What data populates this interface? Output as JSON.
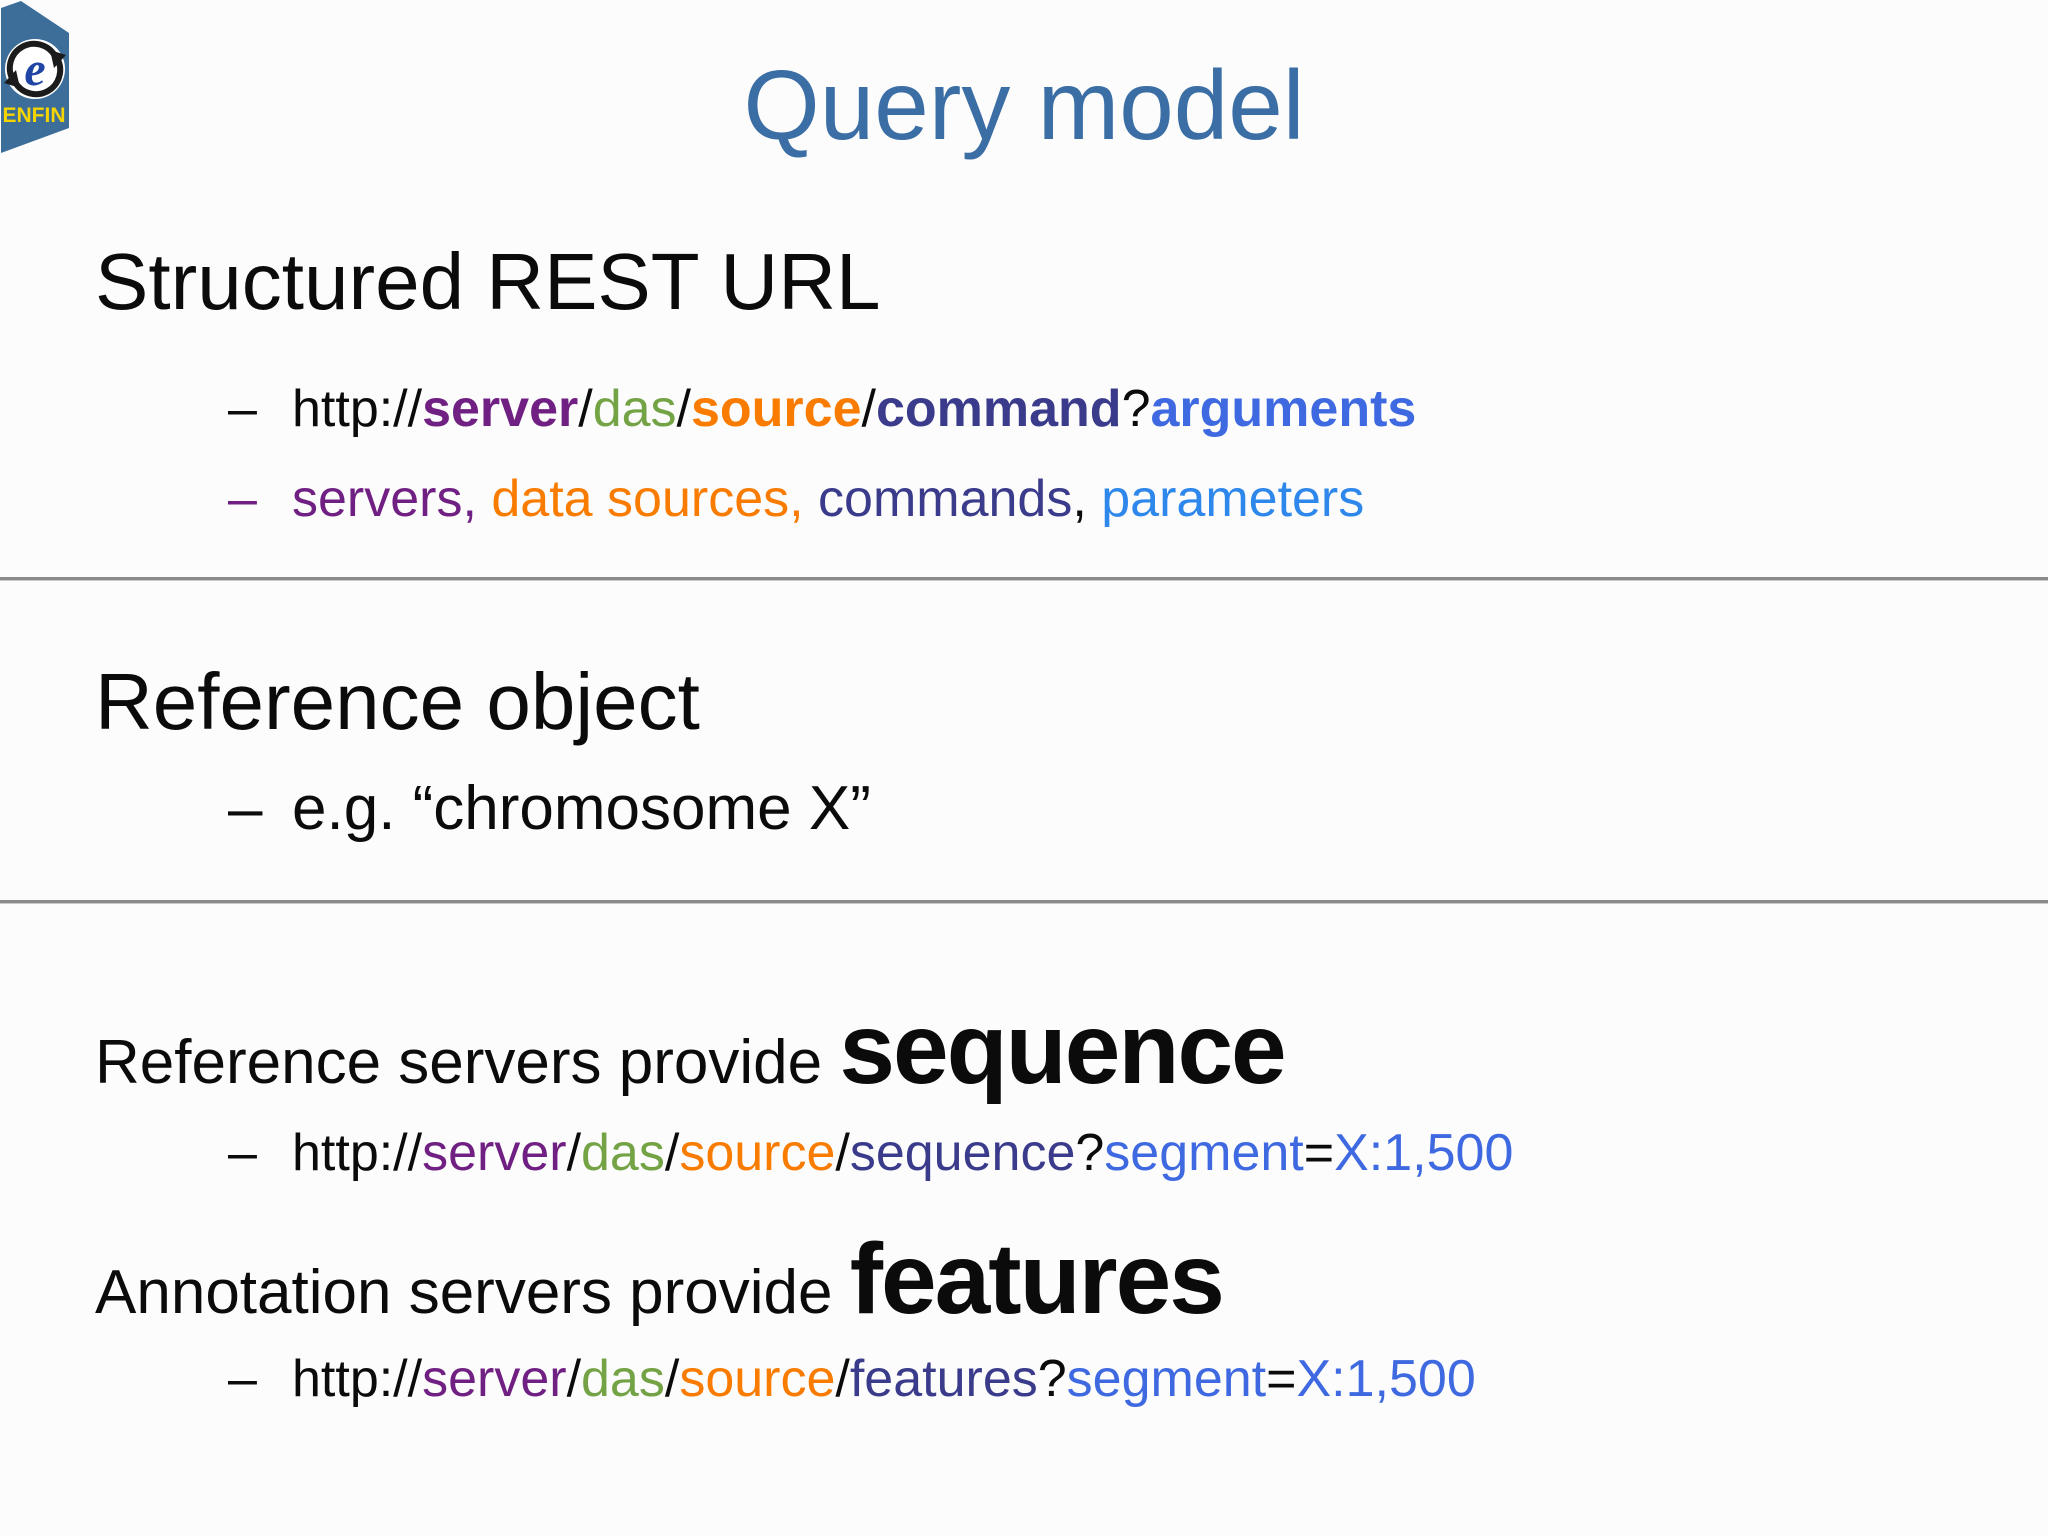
{
  "colors": {
    "black": "#0b0b0b",
    "purple": "#702082",
    "green": "#74a345",
    "orange": "#f97b00",
    "navy": "#3b3b8c",
    "royal": "#3e69e1",
    "lightblue": "#2e87eb",
    "title_blue": "#3a6ea5",
    "logo_bg": "#3c6e99",
    "logo_e_blue": "#2145a5",
    "logo_text_yellow": "#f5d400",
    "divider_gray": "#8a8a8a"
  },
  "logo": {
    "text": "ENFIN"
  },
  "title": "Query model",
  "sections": {
    "rest": {
      "heading": "Structured REST URL",
      "bullets": [
        {
          "dash": "–",
          "dash_color": "black",
          "segments": [
            {
              "t": "http://",
              "c": "black"
            },
            {
              "t": "server",
              "c": "purple",
              "b": 1
            },
            {
              "t": "/",
              "c": "black"
            },
            {
              "t": "das",
              "c": "green"
            },
            {
              "t": "/",
              "c": "black"
            },
            {
              "t": "source",
              "c": "orange",
              "b": 1
            },
            {
              "t": "/",
              "c": "black"
            },
            {
              "t": "command",
              "c": "navy",
              "b": 1
            },
            {
              "t": "?",
              "c": "black"
            },
            {
              "t": "arguments",
              "c": "royal",
              "b": 1
            }
          ]
        },
        {
          "dash": "–",
          "dash_color": "purple",
          "segments": [
            {
              "t": "servers",
              "c": "purple"
            },
            {
              "t": ", ",
              "c": "purple"
            },
            {
              "t": "data sources",
              "c": "orange"
            },
            {
              "t": ", ",
              "c": "orange"
            },
            {
              "t": "commands",
              "c": "navy"
            },
            {
              "t": ", ",
              "c": "black"
            },
            {
              "t": "parameters",
              "c": "lightblue"
            }
          ]
        }
      ]
    },
    "reference": {
      "heading": "Reference object",
      "bullets": [
        {
          "dash": "–",
          "dash_color": "black",
          "segments": [
            {
              "t": "e.g. “chromosome X”",
              "c": "black"
            }
          ]
        }
      ]
    },
    "sequence": {
      "line": {
        "segments": [
          {
            "t": "Reference servers provide ",
            "c": "black"
          },
          {
            "t": "sequence",
            "c": "black",
            "b": 1,
            "big": 1
          }
        ]
      },
      "bullet": {
        "dash": "–",
        "dash_color": "black",
        "segments": [
          {
            "t": "http://",
            "c": "black"
          },
          {
            "t": "server",
            "c": "purple"
          },
          {
            "t": "/",
            "c": "black"
          },
          {
            "t": "das",
            "c": "green"
          },
          {
            "t": "/",
            "c": "black"
          },
          {
            "t": "source",
            "c": "orange"
          },
          {
            "t": "/",
            "c": "black"
          },
          {
            "t": "sequence",
            "c": "navy"
          },
          {
            "t": "?",
            "c": "black"
          },
          {
            "t": "segment",
            "c": "royal"
          },
          {
            "t": "=",
            "c": "black"
          },
          {
            "t": "X:1,500",
            "c": "royal"
          }
        ]
      }
    },
    "features": {
      "line": {
        "segments": [
          {
            "t": "Annotation servers provide ",
            "c": "black"
          },
          {
            "t": "features",
            "c": "black",
            "b": 1,
            "big": 1
          }
        ]
      },
      "bullet": {
        "dash": "–",
        "dash_color": "black",
        "segments": [
          {
            "t": "http://",
            "c": "black"
          },
          {
            "t": "server",
            "c": "purple"
          },
          {
            "t": "/",
            "c": "black"
          },
          {
            "t": "das",
            "c": "green"
          },
          {
            "t": "/",
            "c": "black"
          },
          {
            "t": "source",
            "c": "orange"
          },
          {
            "t": "/",
            "c": "black"
          },
          {
            "t": "features",
            "c": "navy"
          },
          {
            "t": "?",
            "c": "black"
          },
          {
            "t": "segment",
            "c": "royal"
          },
          {
            "t": "=",
            "c": "black"
          },
          {
            "t": "X:1,500",
            "c": "royal"
          }
        ]
      }
    }
  }
}
